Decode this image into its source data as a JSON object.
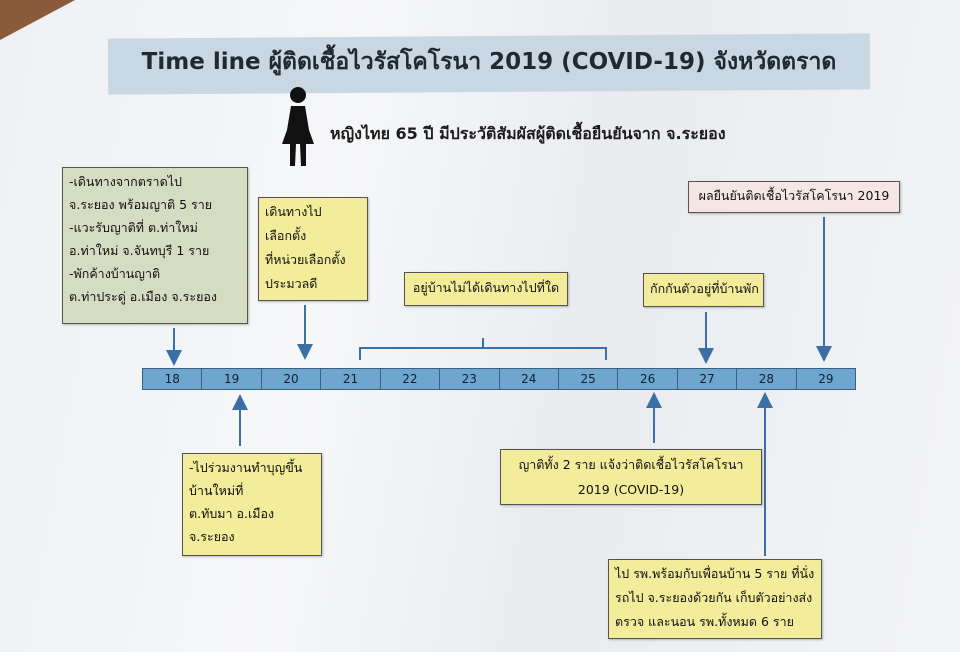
{
  "title": "Time line ผู้ติดเชื้อไวรัสโคโรนา 2019 (COVID-19) จังหวัดตราด",
  "subtitle": "หญิงไทย  65 ปี มีประวัติสัมผัสผู้ติดเชื้อยืนยันจาก จ.ระยอง",
  "icons": {
    "person": "woman-figure-icon"
  },
  "colors": {
    "note_yellow": "#f3ec9a",
    "note_green": "#d6dcc2",
    "note_pink": "#f5e6e4",
    "timeline": "#6fa6cf",
    "arrow": "#3b6fa5"
  },
  "timeline_days": [
    "18",
    "19",
    "20",
    "21",
    "22",
    "23",
    "24",
    "25",
    "26",
    "27",
    "28",
    "29"
  ],
  "notes": {
    "travel": [
      "-เดินทางจากตราดไป",
      "จ.ระยอง พร้อมญาติ 5 ราย",
      "-แวะรับญาติที่ ต.ท่าใหม่",
      "อ.ท่าใหม่ จ.จันทบุรี 1 ราย",
      "-พักค้างบ้านญาติ",
      "ต.ท่าประดู่ อ.เมือง จ.ระยอง"
    ],
    "vote": [
      "เดินทางไป",
      "เลือกตั้ง",
      "ที่หน่วยเลือกตั้ง",
      "ประมวลดี"
    ],
    "stay_home": [
      "อยู่บ้านไม่ได้เดินทางไปที่ใด"
    ],
    "quarantine": [
      "กักกันตัวอยู่ที่บ้านพัก"
    ],
    "confirmed": [
      "ผลยืนยันติดเชื้อไวรัสโคโรนา 2019"
    ],
    "merit": [
      "-ไปร่วมงานทำบุญขึ้น",
      "บ้านใหม่ที่",
      "ต.ทับมา อ.เมือง",
      "จ.ระยอง"
    ],
    "relatives": [
      "ญาติทั้ง 2 ราย แจ้งว่าติดเชื้อไวรัสโคโรนา",
      "2019 (COVID-19)"
    ],
    "hospital": [
      "ไป รพ.พร้อมกับเพื่อนบ้าน 5 ราย ที่นั่ง",
      "รถไป จ.ระยองด้วยกัน เก็บตัวอย่างส่ง",
      "ตรวจ และนอน รพ.ทั้งหมด 6 ราย"
    ]
  }
}
